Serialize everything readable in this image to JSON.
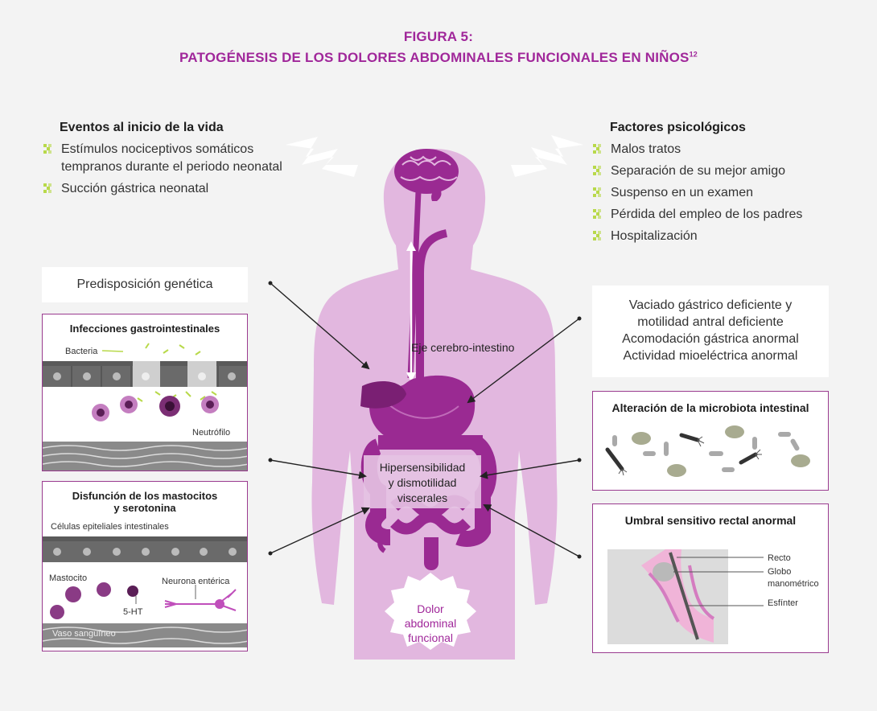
{
  "title": {
    "line1": "FIGURA 5:",
    "line2": "PATOGÉNESIS DE LOS DOLORES ABDOMINALES FUNCIONALES EN NIÑOS",
    "superscript": "12"
  },
  "early_life": {
    "heading": "Eventos al inicio de la vida",
    "items": [
      "Estímulos nociceptivos somáticos",
      "tempranos durante el periodo neonatal",
      "Succión gástrica neonatal"
    ]
  },
  "psych": {
    "heading": "Factores psicológicos",
    "items": [
      "Malos tratos",
      "Separación de su mejor amigo",
      "Suspenso en un examen",
      "Pérdida del empleo de los padres",
      "Hospitalización"
    ]
  },
  "genetic": "Predisposición genética",
  "infections": {
    "heading": "Infecciones gastrointestinales",
    "bacteria": "Bacteria",
    "neutrophil": "Neutrófilo"
  },
  "mast": {
    "heading_l1": "Disfunción de los mastocitos",
    "heading_l2": "y serotonina",
    "epithelial": "Células epiteliales intestinales",
    "mastocyte": "Mastocito",
    "neuron": "Neurona entérica",
    "serotonin": "5-HT",
    "vessel": "Vaso sanguíneo"
  },
  "gastric": [
    "Vaciado gástrico deficiente y",
    "motilidad antral deficiente",
    "Acomodación gástrica anormal",
    "Actividad mioeléctrica anormal"
  ],
  "microbiota": {
    "heading": "Alteración de la microbiota intestinal"
  },
  "rectal": {
    "heading": "Umbral sensitivo rectal anormal",
    "labels": [
      "Recto",
      "Globo",
      "manométrico",
      "Esfínter"
    ]
  },
  "body": {
    "axis": "Eje cerebro-intestino",
    "hyper": [
      "Hipersensibilidad",
      "y dismotilidad",
      "viscerales"
    ],
    "pain": [
      "Dolor",
      "abdominal",
      "funcional"
    ]
  },
  "colors": {
    "accent": "#a0279a",
    "body": "#e2b7df",
    "organs": "#9a2a92",
    "bullet": "#b8d94a",
    "border": "#9a3b8f"
  }
}
